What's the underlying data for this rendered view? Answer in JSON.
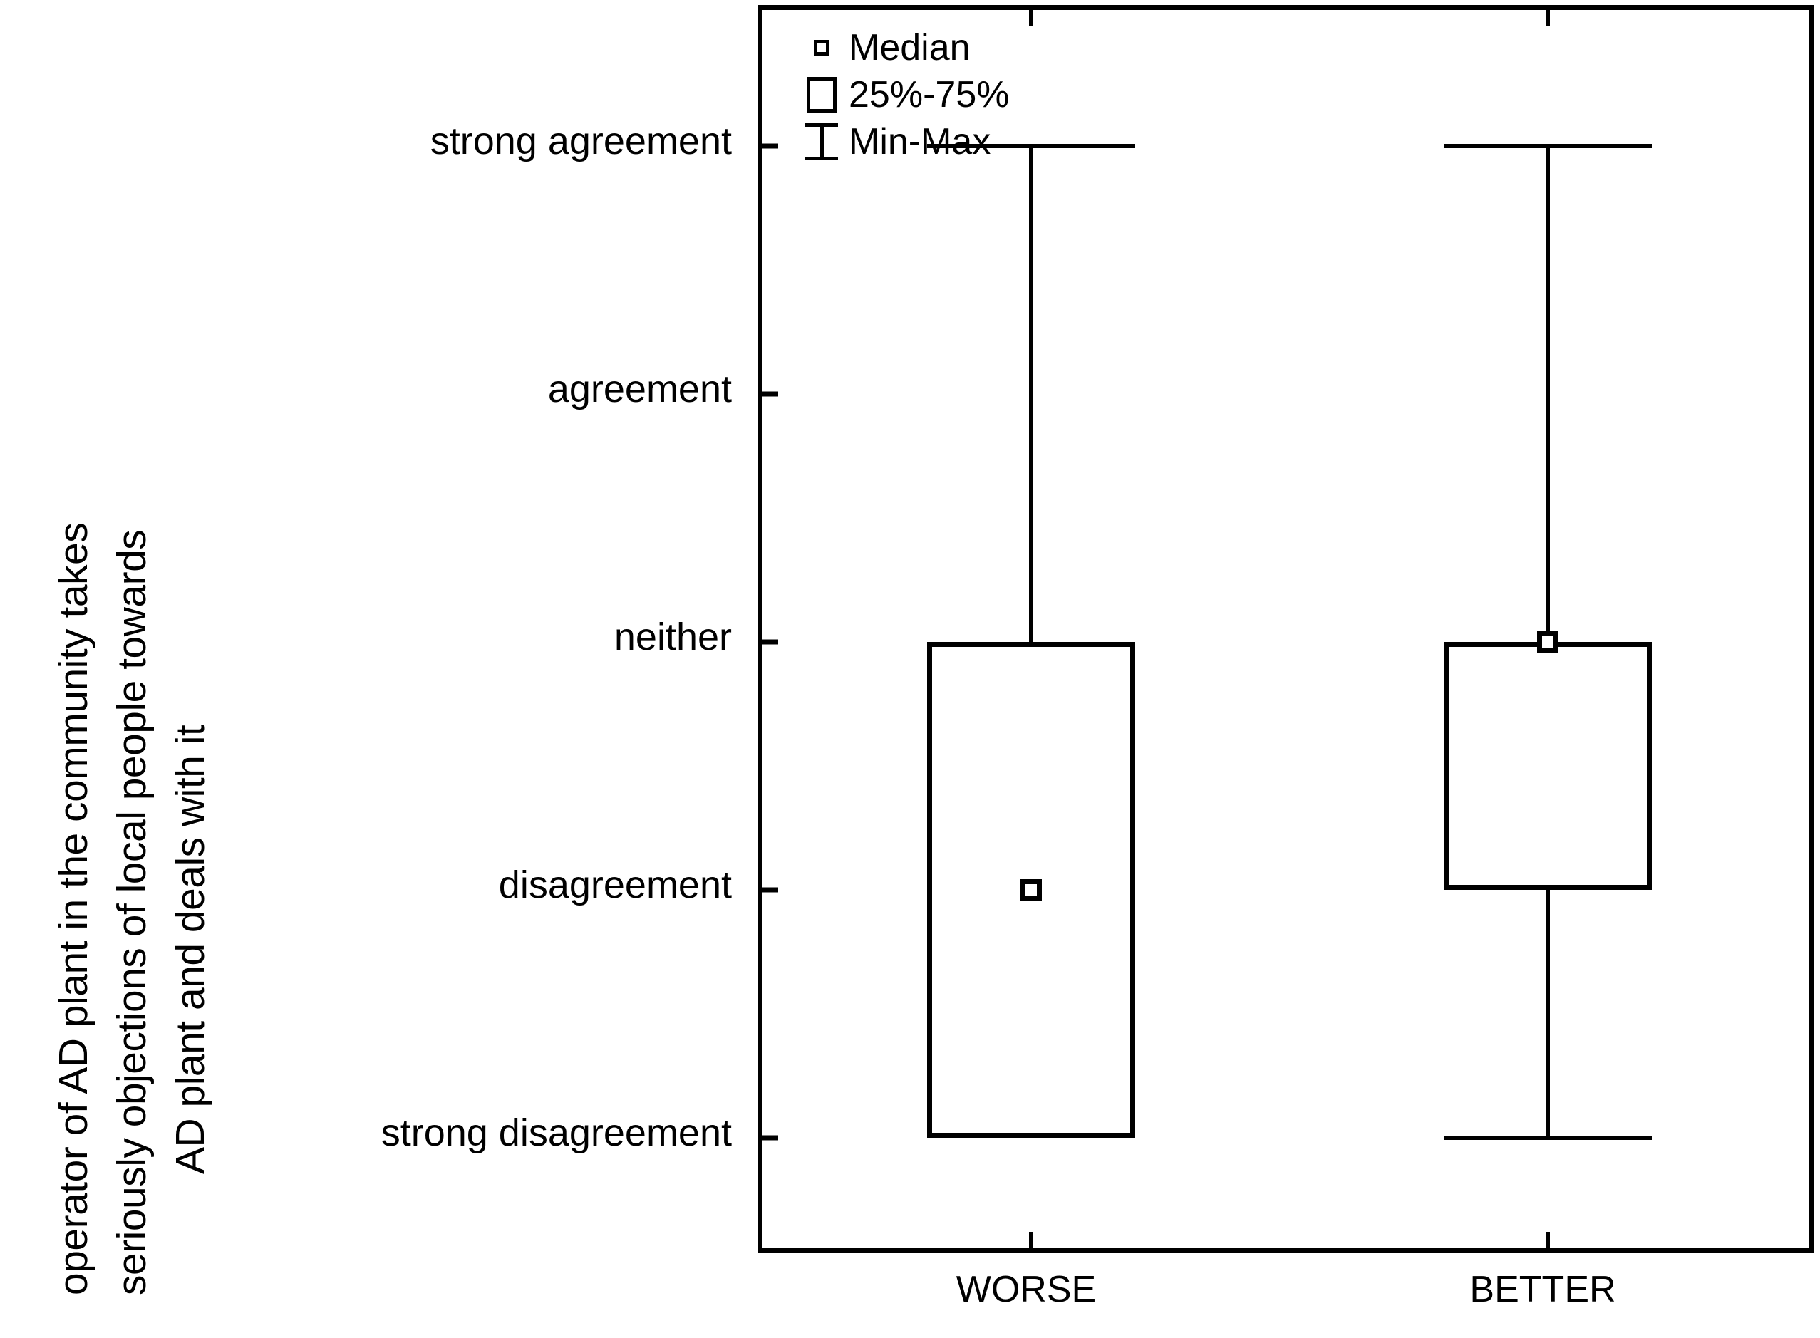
{
  "chart_data": {
    "type": "box",
    "title": "",
    "xlabel": "",
    "ylabel": "operator of AD plant in the community takes seriously objections of local people towards AD plant and deals with it",
    "ylabel_lines": [
      "operator of AD plant in the community takes",
      "seriously objections of local people towards",
      "AD plant and deals with it"
    ],
    "categories": [
      "WORSE",
      "BETTER"
    ],
    "y_categories": [
      "strong agreement",
      "agreement",
      "neither",
      "disagreement",
      "strong disagreement"
    ],
    "y_scale_values": [
      5,
      4,
      3,
      2,
      1
    ],
    "ylim": [
      0.5,
      5.5
    ],
    "grid": false,
    "legend": {
      "position": "top-left",
      "entries": [
        {
          "key": "median-square",
          "label": "Median"
        },
        {
          "key": "iqr-box",
          "label": "25%-75%"
        },
        {
          "key": "minmax-whisker",
          "label": "Min-Max"
        }
      ]
    },
    "series": [
      {
        "name": "WORSE",
        "min": "strong disagreement",
        "q1": "strong disagreement",
        "median": "disagreement",
        "q3": "neither",
        "max": "strong agreement",
        "min_value": 1,
        "q1_value": 1,
        "median_value": 2,
        "q3_value": 3,
        "max_value": 5
      },
      {
        "name": "BETTER",
        "min": "strong disagreement",
        "q1": "disagreement",
        "median": "neither",
        "q3": "neither",
        "max": "strong agreement",
        "min_value": 1,
        "q1_value": 2,
        "median_value": 3,
        "q3_value": 3,
        "max_value": 5
      }
    ],
    "colors": {
      "line": "#000000",
      "fill": "#ffffff",
      "background": "#ffffff"
    }
  }
}
